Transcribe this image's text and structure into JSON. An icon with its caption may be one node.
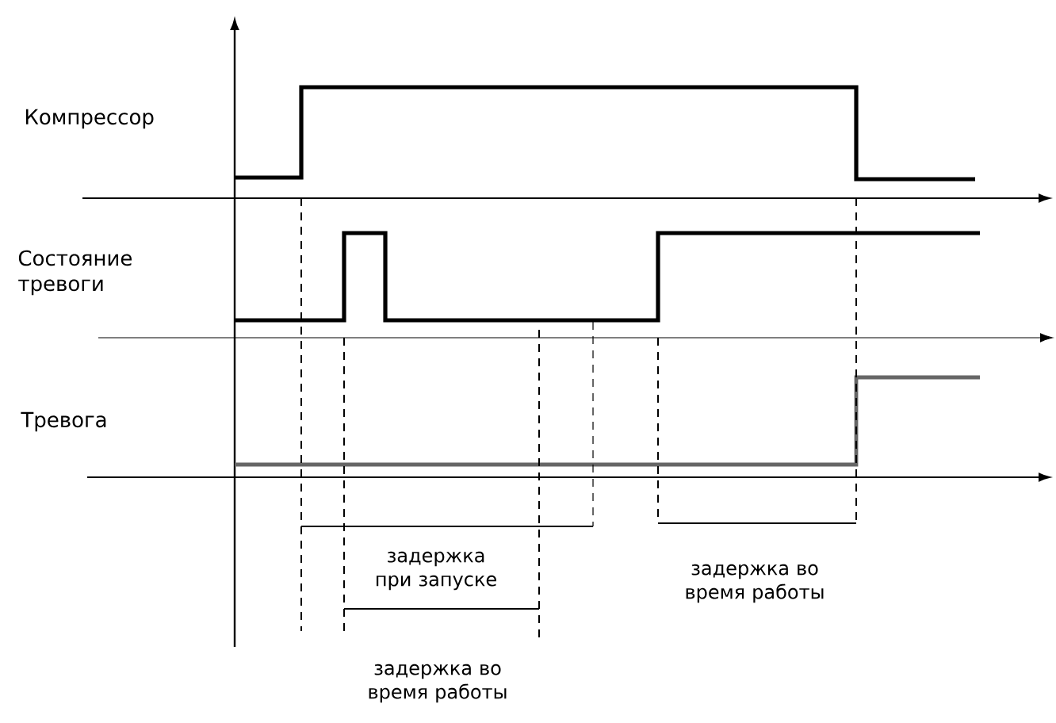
{
  "diagram": {
    "labels": [
      "Компрессор",
      "Состояние тревоги",
      "Тревога",
      "задержка при запуске",
      "задержка во время работы",
      "задержка во время работы"
    ]
  }
}
